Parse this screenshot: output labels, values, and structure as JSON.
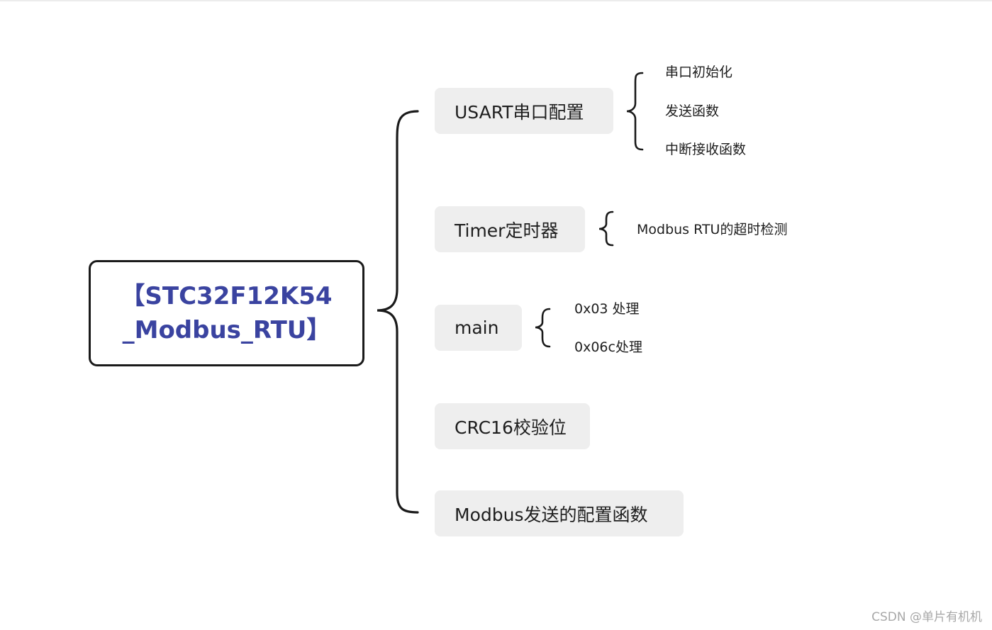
{
  "root": {
    "label": "【STC32F12K54_Modbus_RTU】",
    "color": "#3a43a0"
  },
  "branches": [
    {
      "label": "USART串口配置",
      "children": [
        "串口初始化",
        "发送函数",
        "中断接收函数"
      ]
    },
    {
      "label": "Timer定时器",
      "children": [
        "Modbus RTU的超时检测"
      ]
    },
    {
      "label": "main",
      "children": [
        "0x03 处理",
        "0x06c处理"
      ]
    },
    {
      "label": "CRC16校验位",
      "children": []
    },
    {
      "label": "Modbus发送的配置函数",
      "children": []
    }
  ],
  "watermark": "CSDN @单片有机机",
  "colors": {
    "node_fill": "#eeeeee",
    "line": "#1a1a1a",
    "text": "#1e1e1e",
    "watermark": "#a8a8a8"
  }
}
